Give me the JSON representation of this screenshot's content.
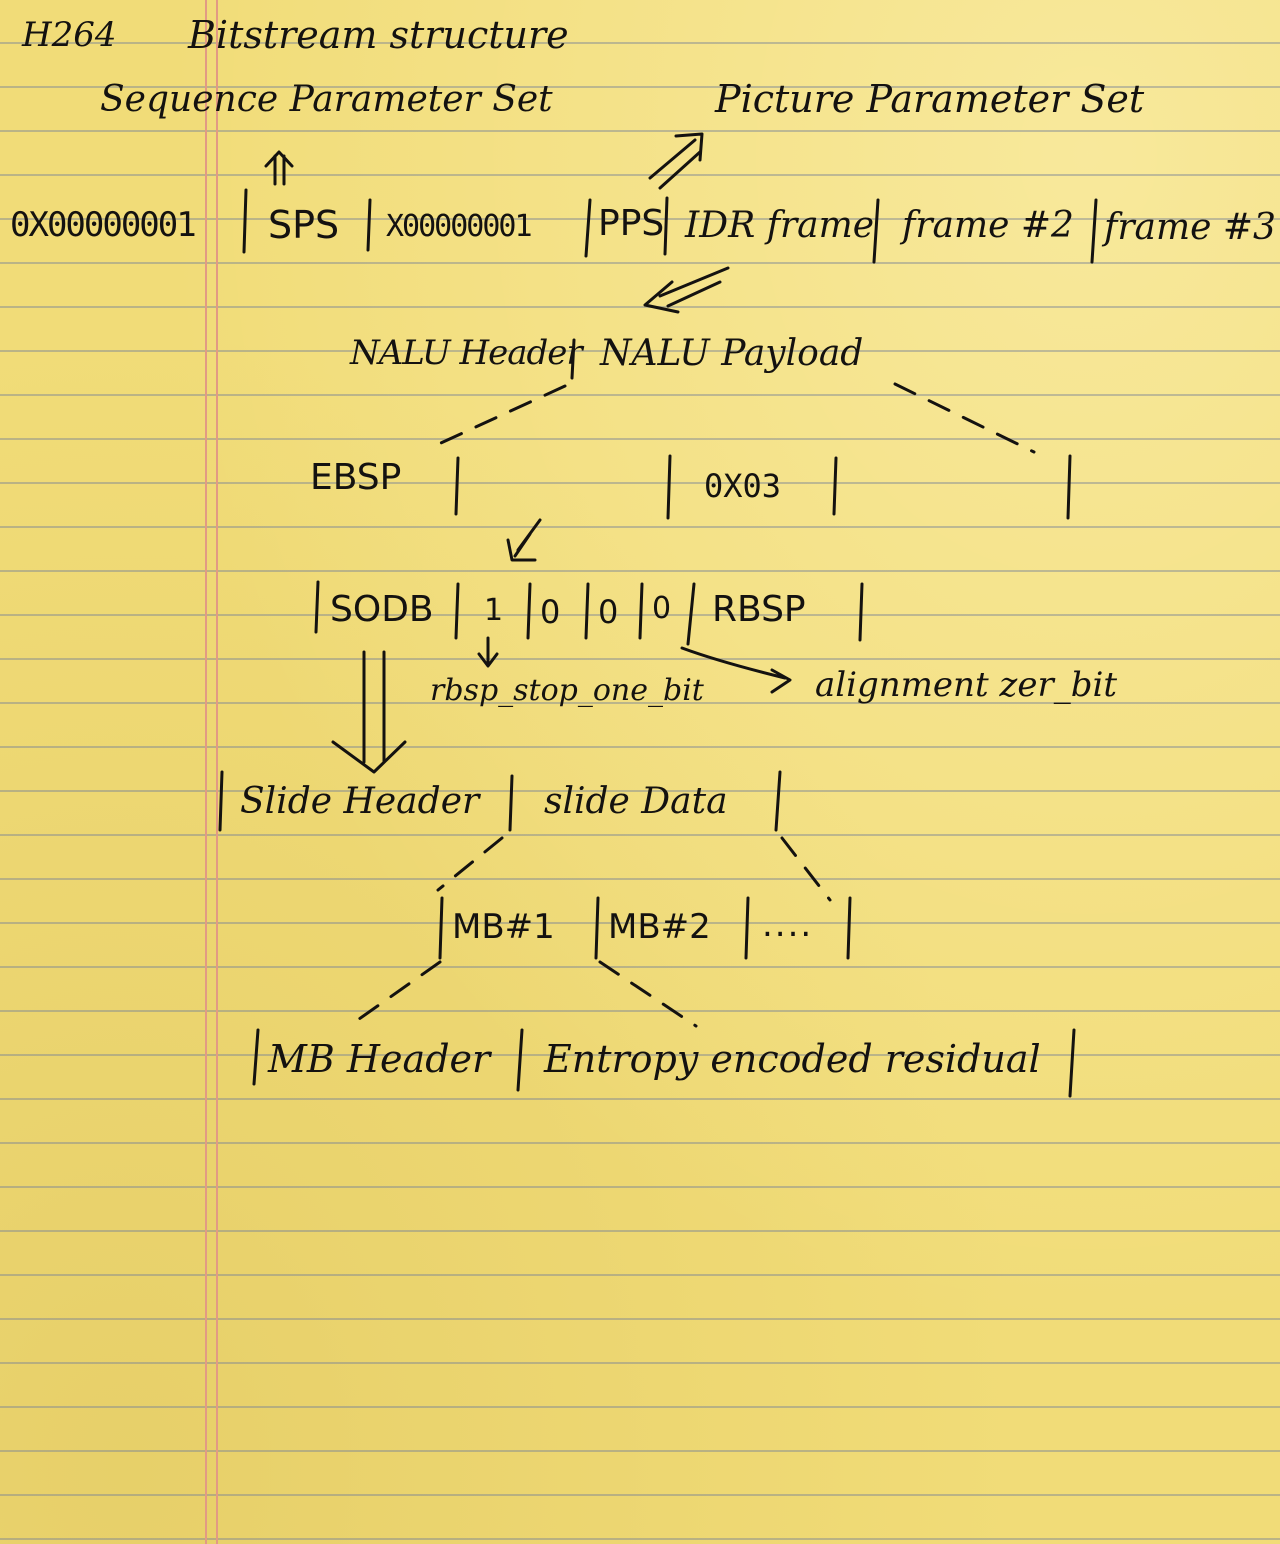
{
  "title": {
    "h264": "H264",
    "rest": "Bitstream structure"
  },
  "labels": {
    "sps_full": "Sequence Parameter Set",
    "pps_full": "Picture Parameter Set"
  },
  "bitstream": {
    "start_code_1": "0X00000001",
    "sps": "SPS",
    "start_code_2": "X00000001",
    "pps": "PPS",
    "idr": "IDR frame",
    "frame2": "frame #2",
    "frame3": "frame #3"
  },
  "nalu": {
    "header": "NALU Header",
    "payload": "NALU Payload"
  },
  "ebsp": {
    "label": "EBSP",
    "escape": "0X03"
  },
  "rbsp": {
    "sodb": "SODB",
    "bit1": "1",
    "bit2": "0",
    "bit3": "0",
    "bit4": "0",
    "label": "RBSP"
  },
  "annotations": {
    "stop_bit": "rbsp_stop_one_bit",
    "alignment": "alignment zer_bit"
  },
  "slice": {
    "header": "Slide Header",
    "data": "slide Data"
  },
  "mb": {
    "mb1": "MB#1",
    "mb2": "MB#2",
    "more": "...."
  },
  "mb_detail": {
    "header": "MB Header",
    "residual": "Entropy encoded residual"
  }
}
